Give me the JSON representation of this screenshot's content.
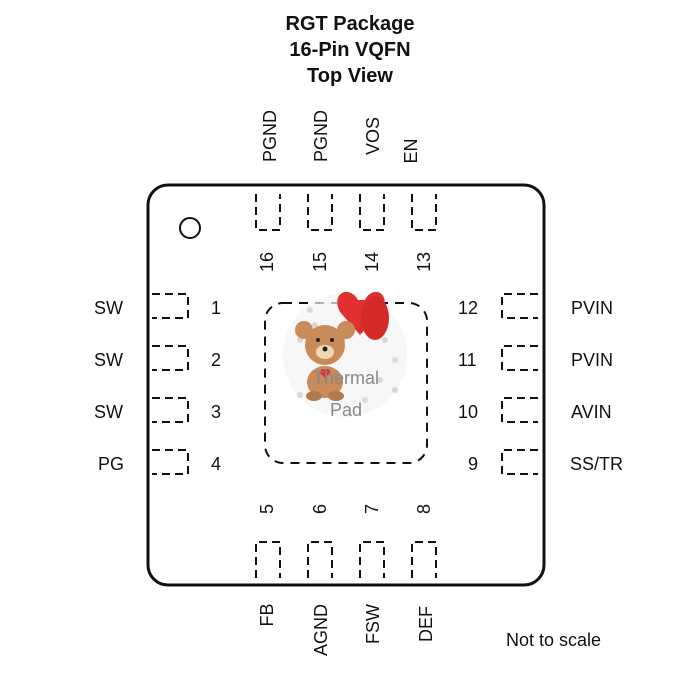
{
  "title": {
    "line1": "RGT Package",
    "line2": "16-Pin VQFN",
    "line3": "Top View"
  },
  "pins": {
    "top": [
      {
        "num": "16",
        "name": "PGND"
      },
      {
        "num": "15",
        "name": "PGND"
      },
      {
        "num": "14",
        "name": "VOS"
      },
      {
        "num": "13",
        "name": "EN"
      }
    ],
    "left": [
      {
        "num": "1",
        "name": "SW"
      },
      {
        "num": "2",
        "name": "SW"
      },
      {
        "num": "3",
        "name": "SW"
      },
      {
        "num": "4",
        "name": "PG"
      }
    ],
    "right": [
      {
        "num": "12",
        "name": "PVIN"
      },
      {
        "num": "11",
        "name": "PVIN"
      },
      {
        "num": "10",
        "name": "AVIN"
      },
      {
        "num": "9",
        "name": "SS/TR"
      }
    ],
    "bottom": [
      {
        "num": "5",
        "name": "FB"
      },
      {
        "num": "6",
        "name": "AGND"
      },
      {
        "num": "7",
        "name": "FSW"
      },
      {
        "num": "8",
        "name": "DEF"
      }
    ]
  },
  "thermal_pad": {
    "line1": "Thermal",
    "line2": "Pad"
  },
  "note": "Not to scale",
  "colors": {
    "outline": "#111111",
    "balloon": "#e03030",
    "bear": "#c98b5a"
  },
  "icons": [
    "pin1-marker-icon",
    "teddy-bear-balloon-icon"
  ]
}
